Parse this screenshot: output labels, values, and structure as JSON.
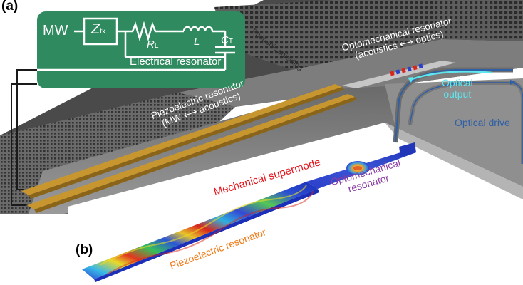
{
  "panel_a": {
    "label": "(a)",
    "circuit": {
      "source": "MW",
      "impedance": "Z",
      "impedance_sub": "tx",
      "resistor": "R",
      "resistor_sub": "L",
      "inductor": "L",
      "capacitor": "C",
      "capacitor_sub": "T",
      "title": "Electrical resonator"
    },
    "phononic_shielding": "Phononic shielding",
    "optomechanical_resonator": {
      "line1": "Optomechanical resonator",
      "line2": "(acoustics ⟷ optics)"
    },
    "piezoelectric_resonator": {
      "line1": "Piezoelectric resonator",
      "line2": "(MW ⟷ acoustics)"
    },
    "optical_output": {
      "line1": "Optical",
      "line2": "output"
    },
    "optical_drive": "Optical drive"
  },
  "panel_b": {
    "label": "(b)",
    "mechanical_supermode": "Mechanical supermode",
    "optomechanical_resonator": {
      "line1": "Optomechanical",
      "line2": "resonator"
    },
    "piezoelectric_resonator": "Piezoelectric resonator"
  },
  "colors": {
    "circuit_panel": "#2f8a5f",
    "electrode": "#c8962e",
    "chip_surface": "#8d8d8d",
    "supermode_label": "#e4161d",
    "optomech_label": "#8a3ea1",
    "piezo_label": "#f07a16",
    "optical_drive": "#2f5fa6",
    "optical_output": "#5ee6ee"
  }
}
